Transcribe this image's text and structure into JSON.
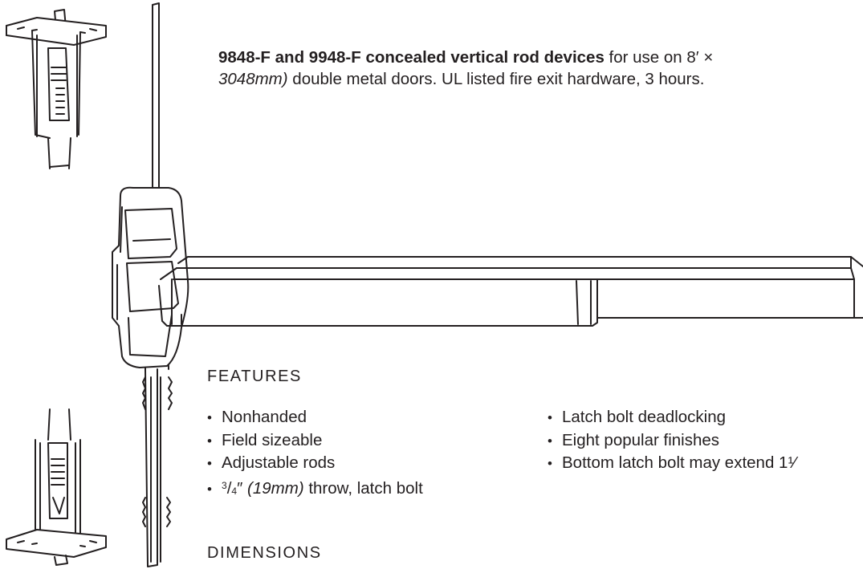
{
  "intro": {
    "title": "9848-F and 9948-F concealed vertical rod devices",
    "text_a": " for use on 8′ ×",
    "metric": "3048mm)",
    "text_b": " double metal doors. UL listed fire exit hardware, 3 hours."
  },
  "features": {
    "heading": "FEATURES",
    "col1": [
      "Nonhanded",
      "Field sizeable",
      "Adjustable rods"
    ],
    "throw": {
      "num": "3",
      "den": "4",
      "inch": "″ ",
      "metric": "(19mm)",
      "rest": " throw, latch bolt"
    },
    "col2": [
      "Latch bolt deadlocking",
      "Eight popular finishes",
      "Bottom latch bolt may extend 1¹⁄"
    ]
  },
  "dimensions": {
    "heading": "DIMENSIONS"
  },
  "colors": {
    "ink": "#231f20",
    "paper": "#ffffff"
  }
}
